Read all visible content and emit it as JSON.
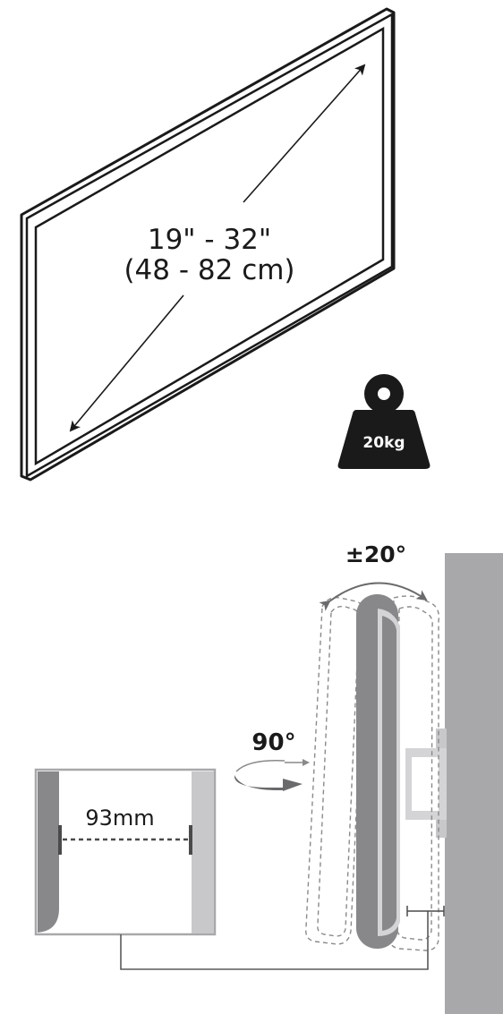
{
  "tv_size": {
    "inches": "19\" - 32\"",
    "cm": "(48 - 82 cm)"
  },
  "max_load": {
    "label": "20kg"
  },
  "tilt": {
    "label": "±20°"
  },
  "swivel": {
    "label": "90°"
  },
  "wall_distance": {
    "label": "93mm"
  },
  "colors": {
    "outline": "#1a1a1a",
    "wall": "#a8a8aa",
    "tv_body": "#88888a",
    "tv_light": "#d4d4d6",
    "bracket": "#c8c8ca",
    "dashed": "#8a8a8c",
    "dim_line": "#4a4a4a"
  }
}
